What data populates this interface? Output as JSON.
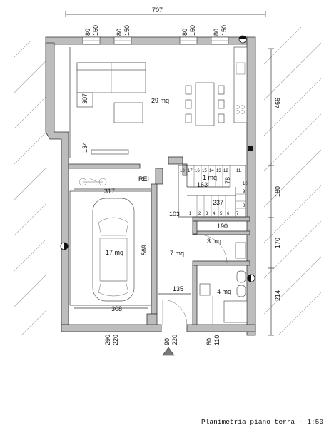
{
  "caption": "Planimetria piano terra - 1:50",
  "overall_width": "707",
  "top_windows": [
    {
      "w": "80",
      "h": "150"
    },
    {
      "w": "80",
      "h": "150"
    },
    {
      "w": "80",
      "h": "150"
    },
    {
      "w": "80",
      "h": "150"
    }
  ],
  "rooms": {
    "living": "29 mq",
    "garage": "17 mq",
    "hall": "7 mq",
    "closet": "1 mq",
    "storage": "3 mq",
    "bath": "4 mq"
  },
  "dimensions": {
    "living_height": "307",
    "living_lower": "134",
    "garage_width": "317",
    "garage_depth": "569",
    "garage_bottom": "308",
    "rei_label": "REI",
    "stair_width": "163",
    "stair_78": "78",
    "stair_237": "237",
    "hall_103": "103",
    "storage_190": "190",
    "hall_135": "135",
    "right_466": "466",
    "right_180": "180",
    "right_170": "170",
    "right_214": "214"
  },
  "bottom_openings": [
    {
      "w": "290",
      "h": "220"
    },
    {
      "w": "90",
      "h": "220"
    },
    {
      "w": "60",
      "h": "110"
    }
  ],
  "stair_upper_steps": [
    "18",
    "17",
    "16",
    "15",
    "14",
    "13",
    "12",
    "11"
  ],
  "stair_right_steps": [
    "10",
    "9",
    "8"
  ],
  "stair_lower_steps": [
    "1",
    "2",
    "3",
    "4",
    "5",
    "6",
    "7"
  ]
}
